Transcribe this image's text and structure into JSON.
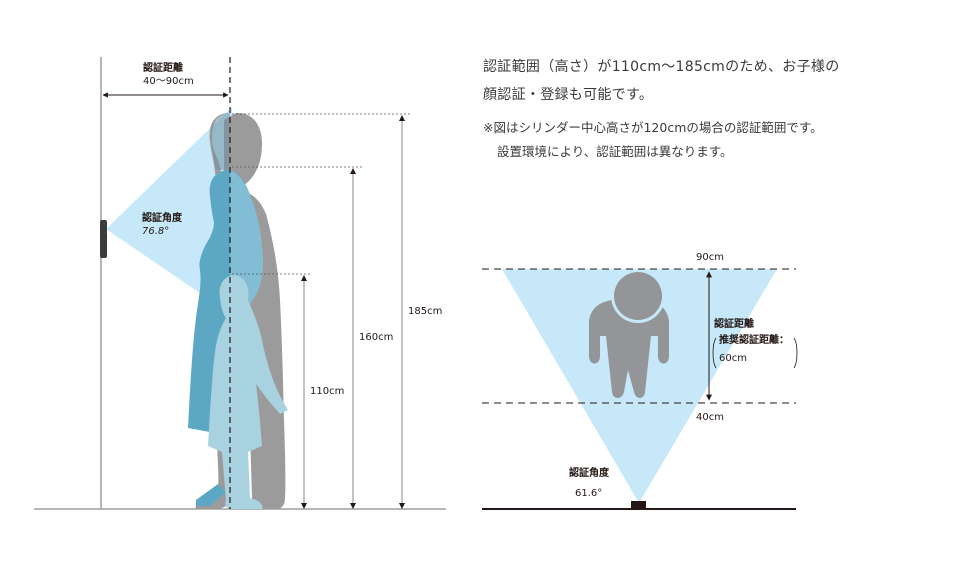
{
  "description": {
    "line1": "認証範囲（高さ）が110cm〜185cmのため、お子様の",
    "line2": "顔認証・登録も可能です。"
  },
  "note": {
    "line1": "※図はシリンダー中心高さが120cmの場合の認証範囲です。",
    "line2": "設置環境により、認証範囲は異なります。"
  },
  "side_view": {
    "distance_label": "認証距離",
    "distance_value": "40〜90cm",
    "angle_label": "認証角度",
    "angle_value": "76.8°",
    "heights": [
      "185cm",
      "160cm",
      "110cm"
    ]
  },
  "top_view": {
    "far_label": "90cm",
    "near_label": "40cm",
    "distance_label": "認証距離",
    "recommended_label": "推奨認証距離：",
    "recommended_value": "60cm",
    "angle_label": "認証角度",
    "angle_value": "61.6°"
  },
  "colors": {
    "cone": "#c6e8f8",
    "adult": "#9b9b9b",
    "teen": "#5ba7c4",
    "child": "#a9d2e0",
    "line": "#231815"
  }
}
